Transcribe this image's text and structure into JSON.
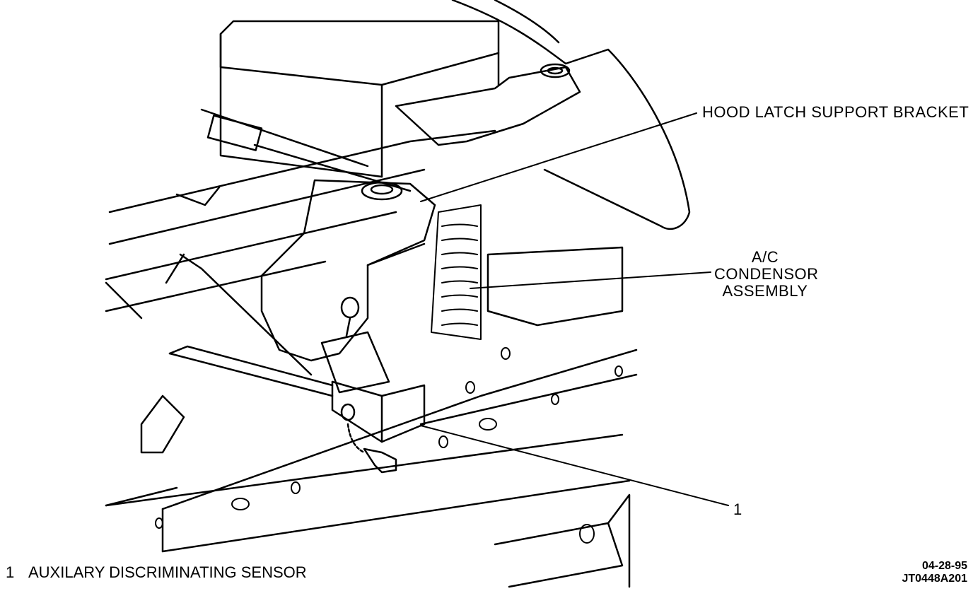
{
  "callouts": {
    "hood_latch": "HOOD LATCH SUPPORT BRACKET",
    "ac_condensor": [
      "A/C",
      "CONDENSOR",
      "ASSEMBLY"
    ],
    "item_1": "1"
  },
  "legend": {
    "number": "1",
    "text": "AUXILARY DISCRIMINATING SENSOR"
  },
  "figure_code": {
    "date": "04-28-95",
    "id": "JT0448A201"
  }
}
